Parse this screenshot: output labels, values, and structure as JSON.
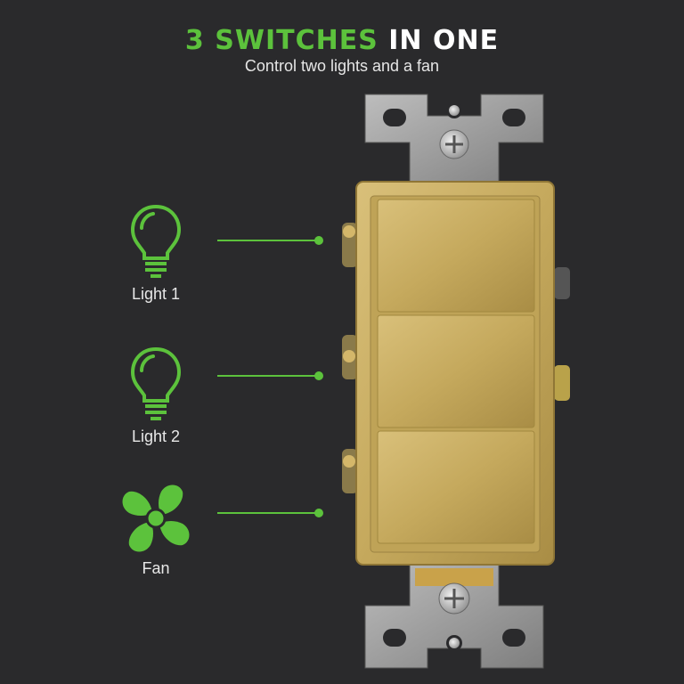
{
  "header": {
    "title_highlight": "3 SWITCHES",
    "title_rest": "IN ONE",
    "subtitle": "Control two lights and a fan"
  },
  "features": [
    {
      "label": "Light 1",
      "icon": "lightbulb-icon"
    },
    {
      "label": "Light 2",
      "icon": "lightbulb-icon"
    },
    {
      "label": "Fan",
      "icon": "fan-icon"
    }
  ],
  "colors": {
    "accent": "#5cc23c",
    "background": "#2a2a2c",
    "switch_gold": "#c8ad62",
    "strap_metal": "#9a9a9a"
  }
}
